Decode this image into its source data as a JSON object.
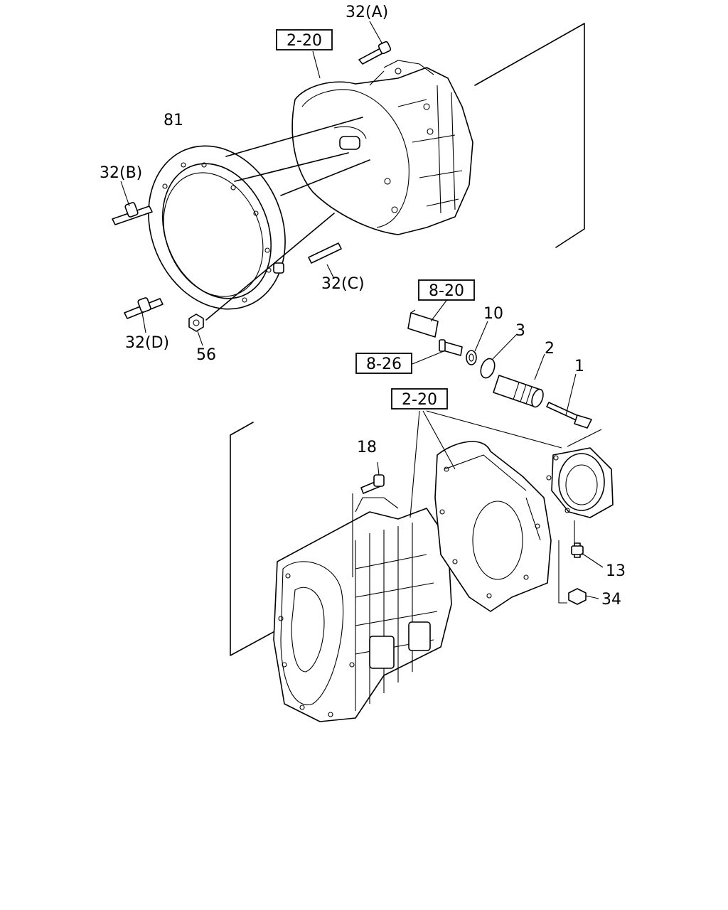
{
  "callouts": {
    "c32a": "32(A)",
    "c32b": "32(B)",
    "c32c": "32(C)",
    "c32d": "32(D)",
    "c81": "81",
    "c56": "56",
    "c10": "10",
    "c3": "3",
    "c2": "2",
    "c1": "1",
    "c18": "18",
    "c13": "13",
    "c34": "34"
  },
  "refs": {
    "r220_top": "2-20",
    "r820": "8-20",
    "r826": "8-26",
    "r220_mid": "2-20"
  }
}
